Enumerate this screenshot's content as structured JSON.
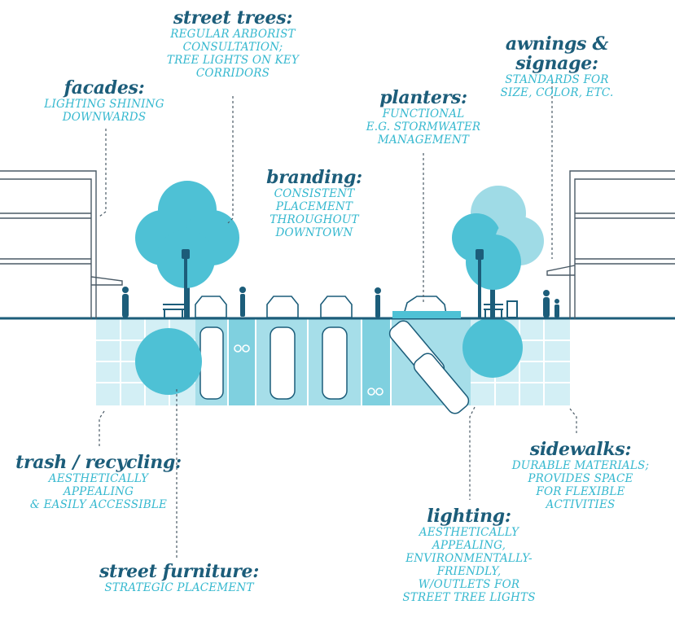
{
  "colors": {
    "dark_blue": "#1c5d7a",
    "text_cyan": "#35b8cf",
    "tree": "#4ec1d5",
    "tree_light": "#9fdbe6",
    "road": "#a6dee9",
    "sidewalk": "#d3eff5",
    "lines": "#4a5a66"
  },
  "callouts": {
    "street_trees": {
      "title": "street trees:",
      "lines": [
        "REGULAR ARBORIST",
        "CONSULTATION;",
        "TREE LIGHTS ON KEY",
        "CORRIDORS"
      ]
    },
    "awnings": {
      "title": "awnings & signage:",
      "lines": [
        "STANDARDS FOR",
        "SIZE, COLOR, ETC."
      ]
    },
    "facades": {
      "title": "facades:",
      "lines": [
        "LIGHTING SHINING",
        "DOWNWARDS"
      ]
    },
    "planters": {
      "title": "planters:",
      "lines": [
        "FUNCTIONAL",
        "E.G. STORMWATER",
        "MANAGEMENT"
      ]
    },
    "branding": {
      "title": "branding:",
      "lines": [
        "CONSISTENT",
        "PLACEMENT",
        "THROUGHOUT",
        "DOWNTOWN"
      ]
    },
    "trash": {
      "title": "trash / recycling:",
      "lines": [
        "AESTHETICALLY",
        "APPEALING",
        "& EASILY ACCESSIBLE"
      ]
    },
    "sidewalks": {
      "title": "sidewalks:",
      "lines": [
        "DURABLE MATERIALS;",
        "PROVIDES SPACE",
        "FOR FLEXIBLE",
        "ACTIVITIES"
      ]
    },
    "lighting": {
      "title": "lighting:",
      "lines": [
        "AESTHETICALLY",
        "APPEALING,",
        "ENVIRONMENTALLY-",
        "FRIENDLY,",
        "W/OUTLETS FOR",
        "STREET TREE LIGHTS"
      ]
    },
    "furniture": {
      "title": "street furniture:",
      "lines": [
        "STRATEGIC PLACEMENT"
      ]
    }
  }
}
